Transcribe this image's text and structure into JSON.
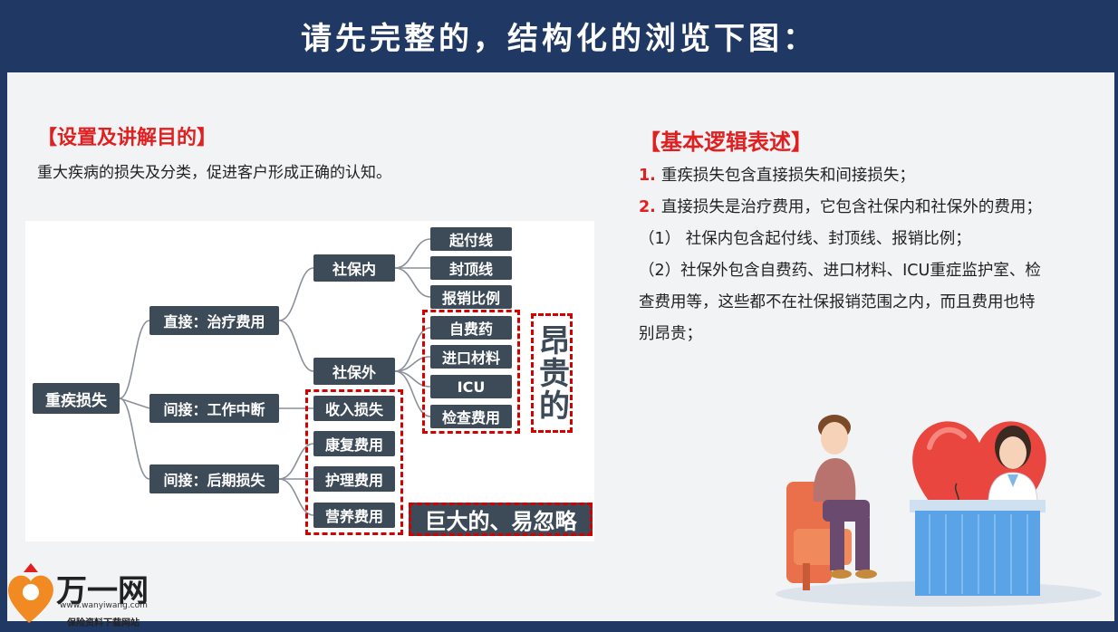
{
  "header": {
    "title": "请先完整的，结构化的浏览下图："
  },
  "left": {
    "purpose_title": "【设置及讲解目的】",
    "purpose_text": "重大疾病的损失及分类，促进客户形成正确的认知。"
  },
  "right": {
    "logic_title": "【基本逻辑表述】",
    "lines": [
      {
        "num": "1.",
        "text": "重疾损失包含直接损失和间接损失；"
      },
      {
        "num": "2.",
        "text": "直接损失是治疗费用，它包含社保内和社保外的费用；"
      },
      {
        "num": "",
        "text": "（1）  社保内包含起付线、封顶线、报销比例；"
      },
      {
        "num": "",
        "text": "（2）社保外包含自费药、进口材料、ICU重症监护室、检"
      },
      {
        "num": "",
        "text": "查费用等，这些都不在社保报销范围之内，而且费用也特"
      },
      {
        "num": "",
        "text": "别昂贵；"
      }
    ]
  },
  "diagram": {
    "root": "重疾损失",
    "direct": "直接：治疗费用",
    "indirect": "间接：工作中断",
    "later": "间接：后期损失",
    "in_insurance": "社保内",
    "out_insurance": "社保外",
    "deductible": "起付线",
    "cap": "封顶线",
    "ratio": "报销比例",
    "self_paid": "自费药",
    "imported": "进口材料",
    "icu": "ICU",
    "exam": "检查费用",
    "income_loss": "收入损失",
    "rehab": "康复费用",
    "nursing": "护理费用",
    "nutrition": "营养费用",
    "expensive_label": "昂贵的",
    "huge_label": "巨大的、易忽略",
    "line_color": "#8a9099",
    "node_color": "#3d4a57",
    "dash_color": "#d40000"
  },
  "logo": {
    "name": "万一网",
    "url": "www.wanyiwang.com",
    "caption": "保险资料下载网站",
    "icon": "heart-pin-icon"
  },
  "illustration": {
    "icon": "doctor-patient-heart-illustration"
  }
}
